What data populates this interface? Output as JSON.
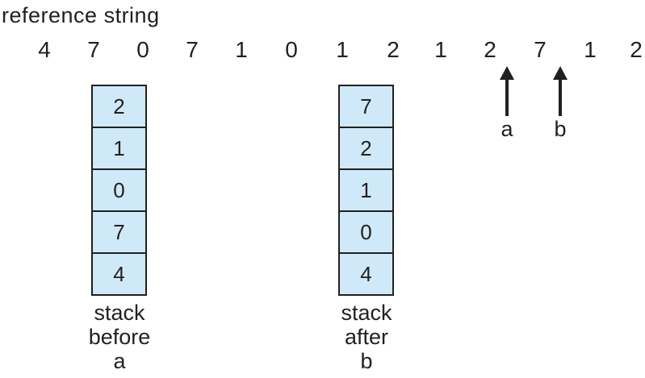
{
  "title": "reference string",
  "reference_string": [
    "4",
    "7",
    "0",
    "7",
    "1",
    "0",
    "1",
    "2",
    "1",
    "2",
    "7",
    "1",
    "2"
  ],
  "markers": [
    {
      "label": "a"
    },
    {
      "label": "b"
    }
  ],
  "stacks": [
    {
      "name": "stack before a",
      "cells": [
        "2",
        "1",
        "0",
        "7",
        "4"
      ],
      "label_lines": [
        "stack",
        "before",
        "a"
      ]
    },
    {
      "name": "stack after b",
      "cells": [
        "7",
        "2",
        "1",
        "0",
        "4"
      ],
      "label_lines": [
        "stack",
        "after",
        "b"
      ]
    }
  ],
  "colors": {
    "cell_fill": "#cfe9f8",
    "line": "#231f20",
    "text": "#231f20",
    "background": "#ffffff"
  }
}
